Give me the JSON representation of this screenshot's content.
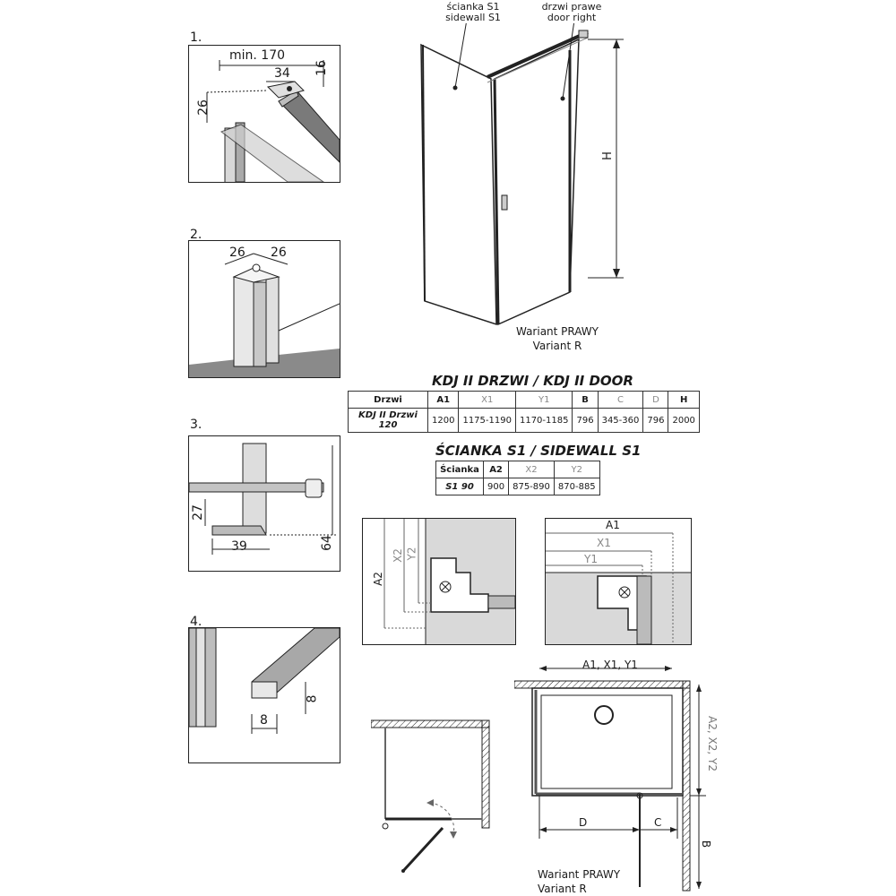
{
  "steps": [
    "1.",
    "2.",
    "3.",
    "4."
  ],
  "detail1": {
    "min": "min. 170",
    "w34": "34",
    "h16": "16",
    "h26": "26"
  },
  "detail2": {
    "a": "26",
    "b": "26"
  },
  "detail3": {
    "h27": "27",
    "w39": "39",
    "h64": "64"
  },
  "detail4": {
    "h8": "8",
    "w8": "8"
  },
  "main_view": {
    "sidewall_pl": "ścianka S1",
    "sidewall_en": "sidewall S1",
    "door_pl": "drzwi prawe",
    "door_en": "door right",
    "height_label": "H",
    "variant_pl": "Wariant PRAWY",
    "variant_en": "Variant R"
  },
  "door_table": {
    "title": "KDJ II DRZWI / KDJ II DOOR",
    "headers": [
      "Drzwi",
      "A1",
      "X1",
      "Y1",
      "B",
      "C",
      "D",
      "H"
    ],
    "row": [
      "KDJ II Drzwi 120",
      "1200",
      "1175-1190",
      "1170-1185",
      "796",
      "345-360",
      "796",
      "2000"
    ]
  },
  "sidewall_table": {
    "title": "ŚCIANKA S1 / SIDEWALL S1",
    "headers": [
      "Ścianka",
      "A2",
      "X2",
      "Y2"
    ],
    "row": [
      "S1 90",
      "900",
      "875-890",
      "870-885"
    ]
  },
  "section_left": {
    "a2": "A2",
    "x2": "X2",
    "y2": "Y2"
  },
  "section_right": {
    "a1": "A1",
    "x1": "X1",
    "y1": "Y1"
  },
  "plan": {
    "top": "A1, X1, Y1",
    "side": "A2, X2, Y2",
    "d": "D",
    "c": "C",
    "b": "B",
    "variant_pl": "Wariant PRAWY",
    "variant_en": "Variant R"
  },
  "colors": {
    "line": "#222222",
    "glass": "#e6e6e6",
    "shadow": "#9a9a9a",
    "profile": "#5a5a5a"
  }
}
